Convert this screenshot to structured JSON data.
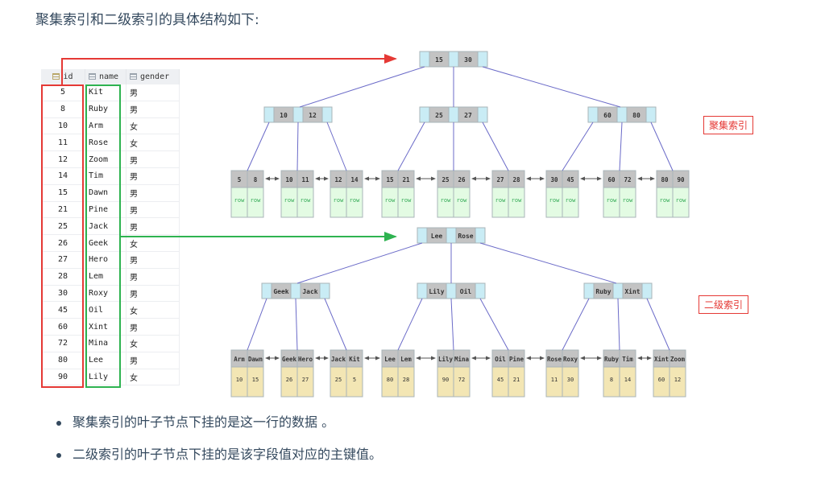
{
  "heading": "聚集索引和二级索引的具体结构如下:",
  "table": {
    "columns": [
      {
        "label": "id",
        "icon": "primary-key-column-icon"
      },
      {
        "label": "name",
        "icon": "column-icon"
      },
      {
        "label": "gender",
        "icon": "column-icon"
      }
    ],
    "rows": [
      {
        "id": "5",
        "name": "Kit",
        "gender": "男"
      },
      {
        "id": "8",
        "name": "Ruby",
        "gender": "男"
      },
      {
        "id": "10",
        "name": "Arm",
        "gender": "女"
      },
      {
        "id": "11",
        "name": "Rose",
        "gender": "女"
      },
      {
        "id": "12",
        "name": "Zoom",
        "gender": "男"
      },
      {
        "id": "14",
        "name": "Tim",
        "gender": "男"
      },
      {
        "id": "15",
        "name": "Dawn",
        "gender": "男"
      },
      {
        "id": "21",
        "name": "Pine",
        "gender": "男"
      },
      {
        "id": "25",
        "name": "Jack",
        "gender": "男"
      },
      {
        "id": "26",
        "name": "Geek",
        "gender": "女"
      },
      {
        "id": "27",
        "name": "Hero",
        "gender": "男"
      },
      {
        "id": "28",
        "name": "Lem",
        "gender": "男"
      },
      {
        "id": "30",
        "name": "Roxy",
        "gender": "男"
      },
      {
        "id": "45",
        "name": "Oil",
        "gender": "女"
      },
      {
        "id": "60",
        "name": "Xint",
        "gender": "男"
      },
      {
        "id": "72",
        "name": "Mina",
        "gender": "女"
      },
      {
        "id": "80",
        "name": "Lee",
        "gender": "男"
      },
      {
        "id": "90",
        "name": "Lily",
        "gender": "女"
      }
    ]
  },
  "clustered": {
    "label": "聚集索引",
    "root": [
      "15",
      "30"
    ],
    "internal": [
      [
        "10",
        "12"
      ],
      [
        "25",
        "27"
      ],
      [
        "60",
        "80"
      ]
    ],
    "leaves": [
      {
        "keys": [
          "5",
          "8"
        ],
        "data": [
          "row",
          "row"
        ]
      },
      {
        "keys": [
          "10",
          "11"
        ],
        "data": [
          "row",
          "row"
        ]
      },
      {
        "keys": [
          "12",
          "14"
        ],
        "data": [
          "row",
          "row"
        ]
      },
      {
        "keys": [
          "15",
          "21"
        ],
        "data": [
          "row",
          "row"
        ]
      },
      {
        "keys": [
          "25",
          "26"
        ],
        "data": [
          "row",
          "row"
        ]
      },
      {
        "keys": [
          "27",
          "28"
        ],
        "data": [
          "row",
          "row"
        ]
      },
      {
        "keys": [
          "30",
          "45"
        ],
        "data": [
          "row",
          "row"
        ]
      },
      {
        "keys": [
          "60",
          "72"
        ],
        "data": [
          "row",
          "row"
        ]
      },
      {
        "keys": [
          "80",
          "90"
        ],
        "data": [
          "row",
          "row"
        ]
      }
    ]
  },
  "secondary": {
    "label": "二级索引",
    "root": [
      "Lee",
      "Rose"
    ],
    "internal": [
      [
        "Geek",
        "Jack"
      ],
      [
        "Lily",
        "Oil"
      ],
      [
        "Ruby",
        "Xint"
      ]
    ],
    "leaves": [
      {
        "keys": [
          "Arm",
          "Dawn"
        ],
        "data": [
          "10",
          "15"
        ]
      },
      {
        "keys": [
          "Geek",
          "Hero"
        ],
        "data": [
          "26",
          "27"
        ]
      },
      {
        "keys": [
          "Jack",
          "Kit"
        ],
        "data": [
          "25",
          "5"
        ]
      },
      {
        "keys": [
          "Lee",
          "Lem"
        ],
        "data": [
          "80",
          "28"
        ]
      },
      {
        "keys": [
          "Lily",
          "Mina"
        ],
        "data": [
          "90",
          "72"
        ]
      },
      {
        "keys": [
          "Oil",
          "Pine"
        ],
        "data": [
          "45",
          "21"
        ]
      },
      {
        "keys": [
          "Rose",
          "Roxy"
        ],
        "data": [
          "11",
          "30"
        ]
      },
      {
        "keys": [
          "Ruby",
          "Tim"
        ],
        "data": [
          "8",
          "14"
        ]
      },
      {
        "keys": [
          "Xint",
          "Zoom"
        ],
        "data": [
          "60",
          "12"
        ]
      }
    ]
  },
  "colors": {
    "pointer_cell": "#c9ecf5",
    "key_cell": "#c3c3c3",
    "clustered_leaf_data": "#e3fbe3",
    "secondary_leaf_data": "#f3e6b4",
    "edge": "#6b6bc8",
    "red_highlight": "#e53935",
    "green_highlight": "#2eb350",
    "row_text": "#33aa55"
  },
  "bullets": [
    "聚集索引的叶子节点下挂的是这一行的数据 。",
    "二级索引的叶子节点下挂的是该字段值对应的主键值。"
  ]
}
